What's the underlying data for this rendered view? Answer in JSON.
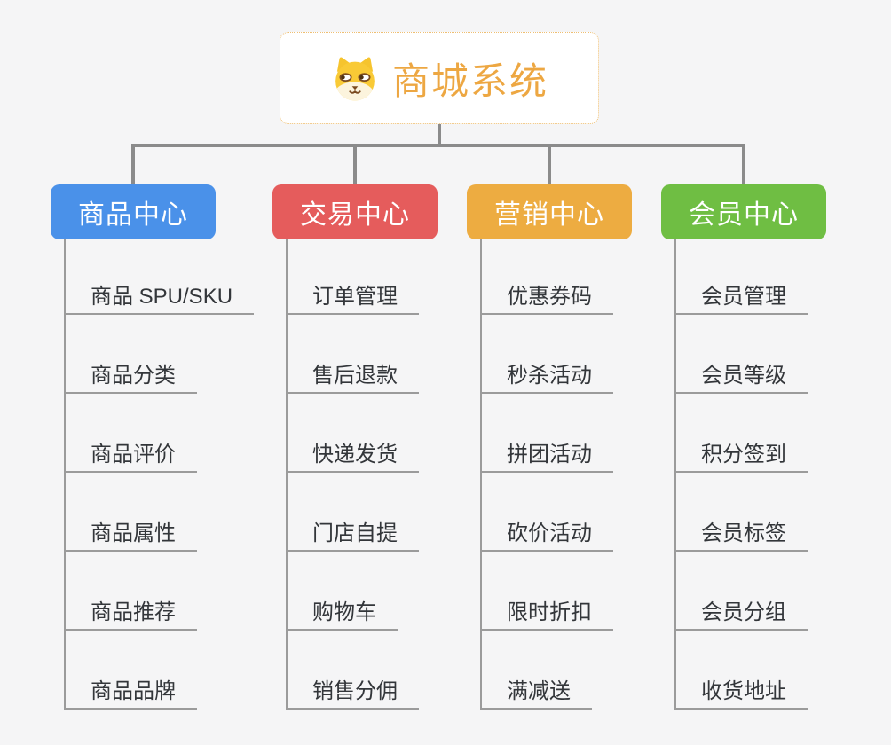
{
  "canvas": {
    "background": "#f5f5f6",
    "connector_color": "#8b8b8b",
    "leaf_line_color": "#9b9b9b",
    "leaf_text_color": "#33363a"
  },
  "root": {
    "title": "商城系统",
    "title_color": "#eda742",
    "border_color": "#efbf72",
    "icon": "dog-face-icon"
  },
  "branches": [
    {
      "label": "商品中心",
      "color": "#4a91e9",
      "items": [
        "商品 SPU/SKU",
        "商品分类",
        "商品评价",
        "商品属性",
        "商品推荐",
        "商品品牌"
      ]
    },
    {
      "label": "交易中心",
      "color": "#e55c5c",
      "items": [
        "订单管理",
        "售后退款",
        "快递发货",
        "门店自提",
        "购物车",
        "销售分佣"
      ]
    },
    {
      "label": "营销中心",
      "color": "#edac41",
      "items": [
        "优惠券码",
        "秒杀活动",
        "拼团活动",
        "砍价活动",
        "限时折扣",
        "满减送"
      ]
    },
    {
      "label": "会员中心",
      "color": "#6fbe43",
      "items": [
        "会员管理",
        "会员等级",
        "积分签到",
        "会员标签",
        "会员分组",
        "收货地址"
      ]
    }
  ]
}
